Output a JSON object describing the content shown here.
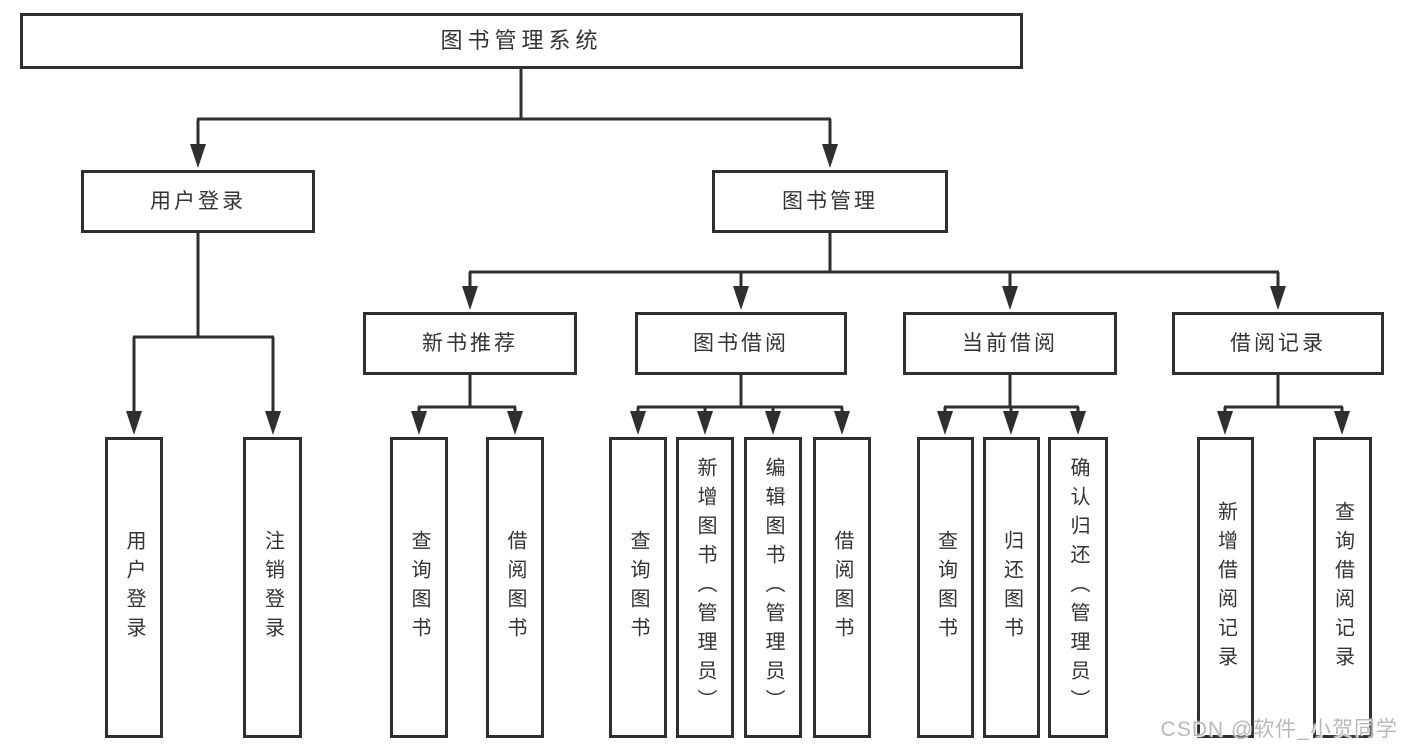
{
  "diagram": {
    "tree": {
      "root": {
        "label": "图书管理系统",
        "children": [
          {
            "label": "用户登录",
            "children": [
              {
                "label": "用户登录"
              },
              {
                "label": "注销登录"
              }
            ]
          },
          {
            "label": "图书管理",
            "children": [
              {
                "label": "新书推荐",
                "children": [
                  {
                    "label": "查询图书"
                  },
                  {
                    "label": "借阅图书"
                  }
                ]
              },
              {
                "label": "图书借阅",
                "children": [
                  {
                    "label": "查询图书"
                  },
                  {
                    "label": "新增图书（管理员）"
                  },
                  {
                    "label": "编辑图书（管理员）"
                  },
                  {
                    "label": "借阅图书"
                  }
                ]
              },
              {
                "label": "当前借阅",
                "children": [
                  {
                    "label": "查询图书"
                  },
                  {
                    "label": "归还图书"
                  },
                  {
                    "label": "确认归还（管理员）"
                  }
                ]
              },
              {
                "label": "借阅记录",
                "children": [
                  {
                    "label": "新增借阅记录"
                  },
                  {
                    "label": "查询借阅记录"
                  }
                ]
              }
            ]
          }
        ]
      }
    },
    "watermark": {
      "text": "CSDN @软件_小贺同学"
    },
    "colors": {
      "line": "#2f2f2f",
      "box_border": "#2f2f2f",
      "text": "#333333",
      "background": "#ffffff",
      "watermark": "#b9b9b9"
    }
  }
}
